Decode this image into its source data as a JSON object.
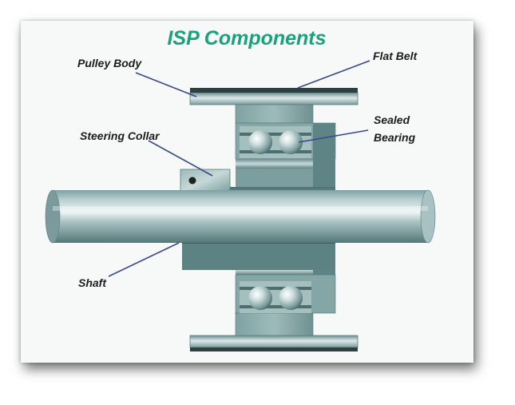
{
  "title": "ISP Components",
  "labels": {
    "pulley_body": "Pulley Body",
    "flat_belt": "Flat Belt",
    "steering_collar": "Steering Collar",
    "sealed": "Sealed",
    "bearing": "Bearing",
    "shaft": "Shaft"
  },
  "colors": {
    "title": "#1aa27a",
    "label": "#1c1c1c",
    "leader": "#3b4a8a",
    "steel_dark": "#5a7f80",
    "steel_light": "#dce7e6"
  }
}
